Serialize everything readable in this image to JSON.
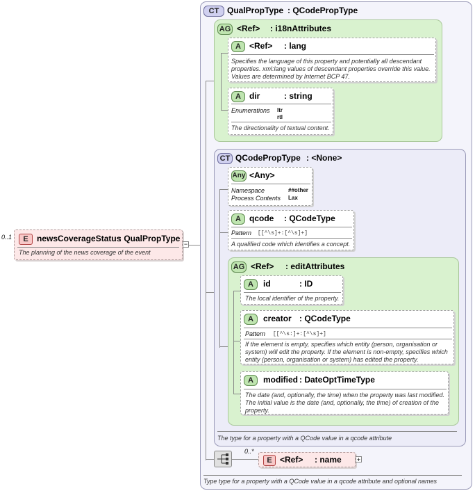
{
  "root_element": {
    "occurs": "0..1",
    "badge": "E",
    "name": "newsCoverageStatus",
    "type": ": QualPropType",
    "description": "The planning of the news coverage of the event"
  },
  "outer_ct": {
    "badge": "CT",
    "name": "QualPropType",
    "type": ": QCodePropType",
    "description": "Type type for a property with a  QCode value in a qcode attribute and optional names"
  },
  "i18n_group": {
    "badge": "AG",
    "ref": "<Ref>",
    "name": ": i18nAttributes",
    "lang": {
      "badge": "A",
      "ref": "<Ref>",
      "name": ": lang",
      "description": "Specifies the language of this property and potentially all descendant properties. xml:lang values of descendant properties override this value. Values are determined by Internet BCP 47."
    },
    "dir": {
      "badge": "A",
      "name": "dir",
      "type": ": string",
      "enum_label": "Enumerations",
      "enum_values": [
        "ltr",
        "rtl"
      ],
      "description": "The directionality of textual content."
    }
  },
  "inner_ct": {
    "badge": "CT",
    "name": "QCodePropType",
    "type": ": <None>",
    "description": "The type for a property with a QCode value in a qcode attribute",
    "any": {
      "badge": "Any",
      "name": "<Any>",
      "namespace_label": "Namespace",
      "namespace_value": "##other",
      "process_label": "Process Contents",
      "process_value": "Lax"
    },
    "qcode": {
      "badge": "A",
      "name": "qcode",
      "type": ": QCodeType",
      "pattern_label": "Pattern",
      "pattern_value": "[[^\\s]+:[^\\s]+]",
      "description": "A qualified code which identifies a concept."
    },
    "edit_group": {
      "badge": "AG",
      "ref": "<Ref>",
      "name": ": editAttributes",
      "id": {
        "badge": "A",
        "name": "id",
        "type": ": ID",
        "description": "The local identifier of the property."
      },
      "creator": {
        "badge": "A",
        "name": "creator",
        "type": ": QCodeType",
        "pattern_label": "Pattern",
        "pattern_value": "[[^\\s:]+:[^\\s]+]",
        "description": "If the element is empty, specifies which entity (person, organisation or system) will edit the property. If the element is non-empty, specifies which entity (person, organisation or system) has edited the property."
      },
      "modified": {
        "badge": "A",
        "name": "modified",
        "type": ": DateOptTimeType",
        "description": "The date (and, optionally, the time) when the property was last modified. The initial value is the date (and, optionally, the time) of creation of the property."
      }
    }
  },
  "sequence": {
    "occurs": "0..*",
    "element": {
      "badge": "E",
      "ref": "<Ref>",
      "name": ": name"
    }
  },
  "colors": {
    "ct_fill": "#f4f4fb",
    "ag_fill": "#d9f2cf",
    "element_fill": "#fde8e8",
    "attribute_fill": "#ffffff"
  }
}
